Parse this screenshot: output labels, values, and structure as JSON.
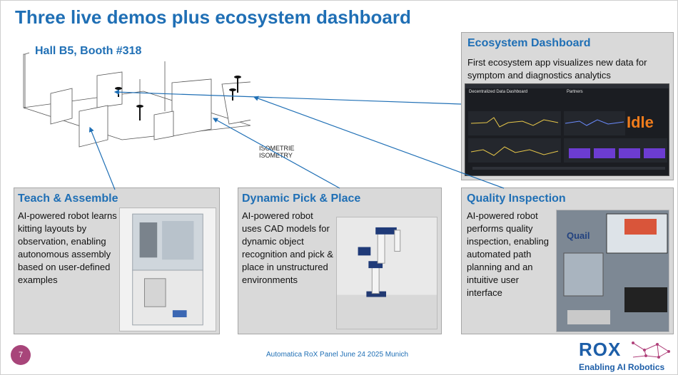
{
  "title": "Three live demos plus ecosystem dashboard",
  "booth": {
    "label": "Hall B5, Booth #318",
    "iso_line1": "ISOMETRIE",
    "iso_line2": "ISOMETRY"
  },
  "panels": {
    "teach": {
      "title": "Teach & Assemble",
      "text": "AI-powered robot learns kitting layouts by observation, enabling autonomous assembly based on user-defined examples"
    },
    "pick": {
      "title": "Dynamic Pick & Place",
      "text": "AI-powered robot uses CAD models for dynamic object recognition and pick & place in unstructured environments"
    },
    "quality": {
      "title": "Quality Inspection",
      "text": "AI-powered robot performs quality inspection, enabling automated path planning and an intuitive user interface",
      "photo_label": "Quail"
    },
    "ecosystem": {
      "title": "Ecosystem Dashboard",
      "text": "First ecosystem app visualizes new data for symptom and diagnostics analytics",
      "dashboard_title": "Decentralized Data Dashboard",
      "dashboard_partners": "Partners",
      "status": "Idle"
    }
  },
  "footer": {
    "text": "Automatica RoX Panel June 24 2025 Munich",
    "page": "7"
  },
  "brand": {
    "name": "ROX",
    "tagline": "Enabling AI Robotics",
    "color": "#1d5ea8",
    "accent": "#1f6fb5"
  }
}
